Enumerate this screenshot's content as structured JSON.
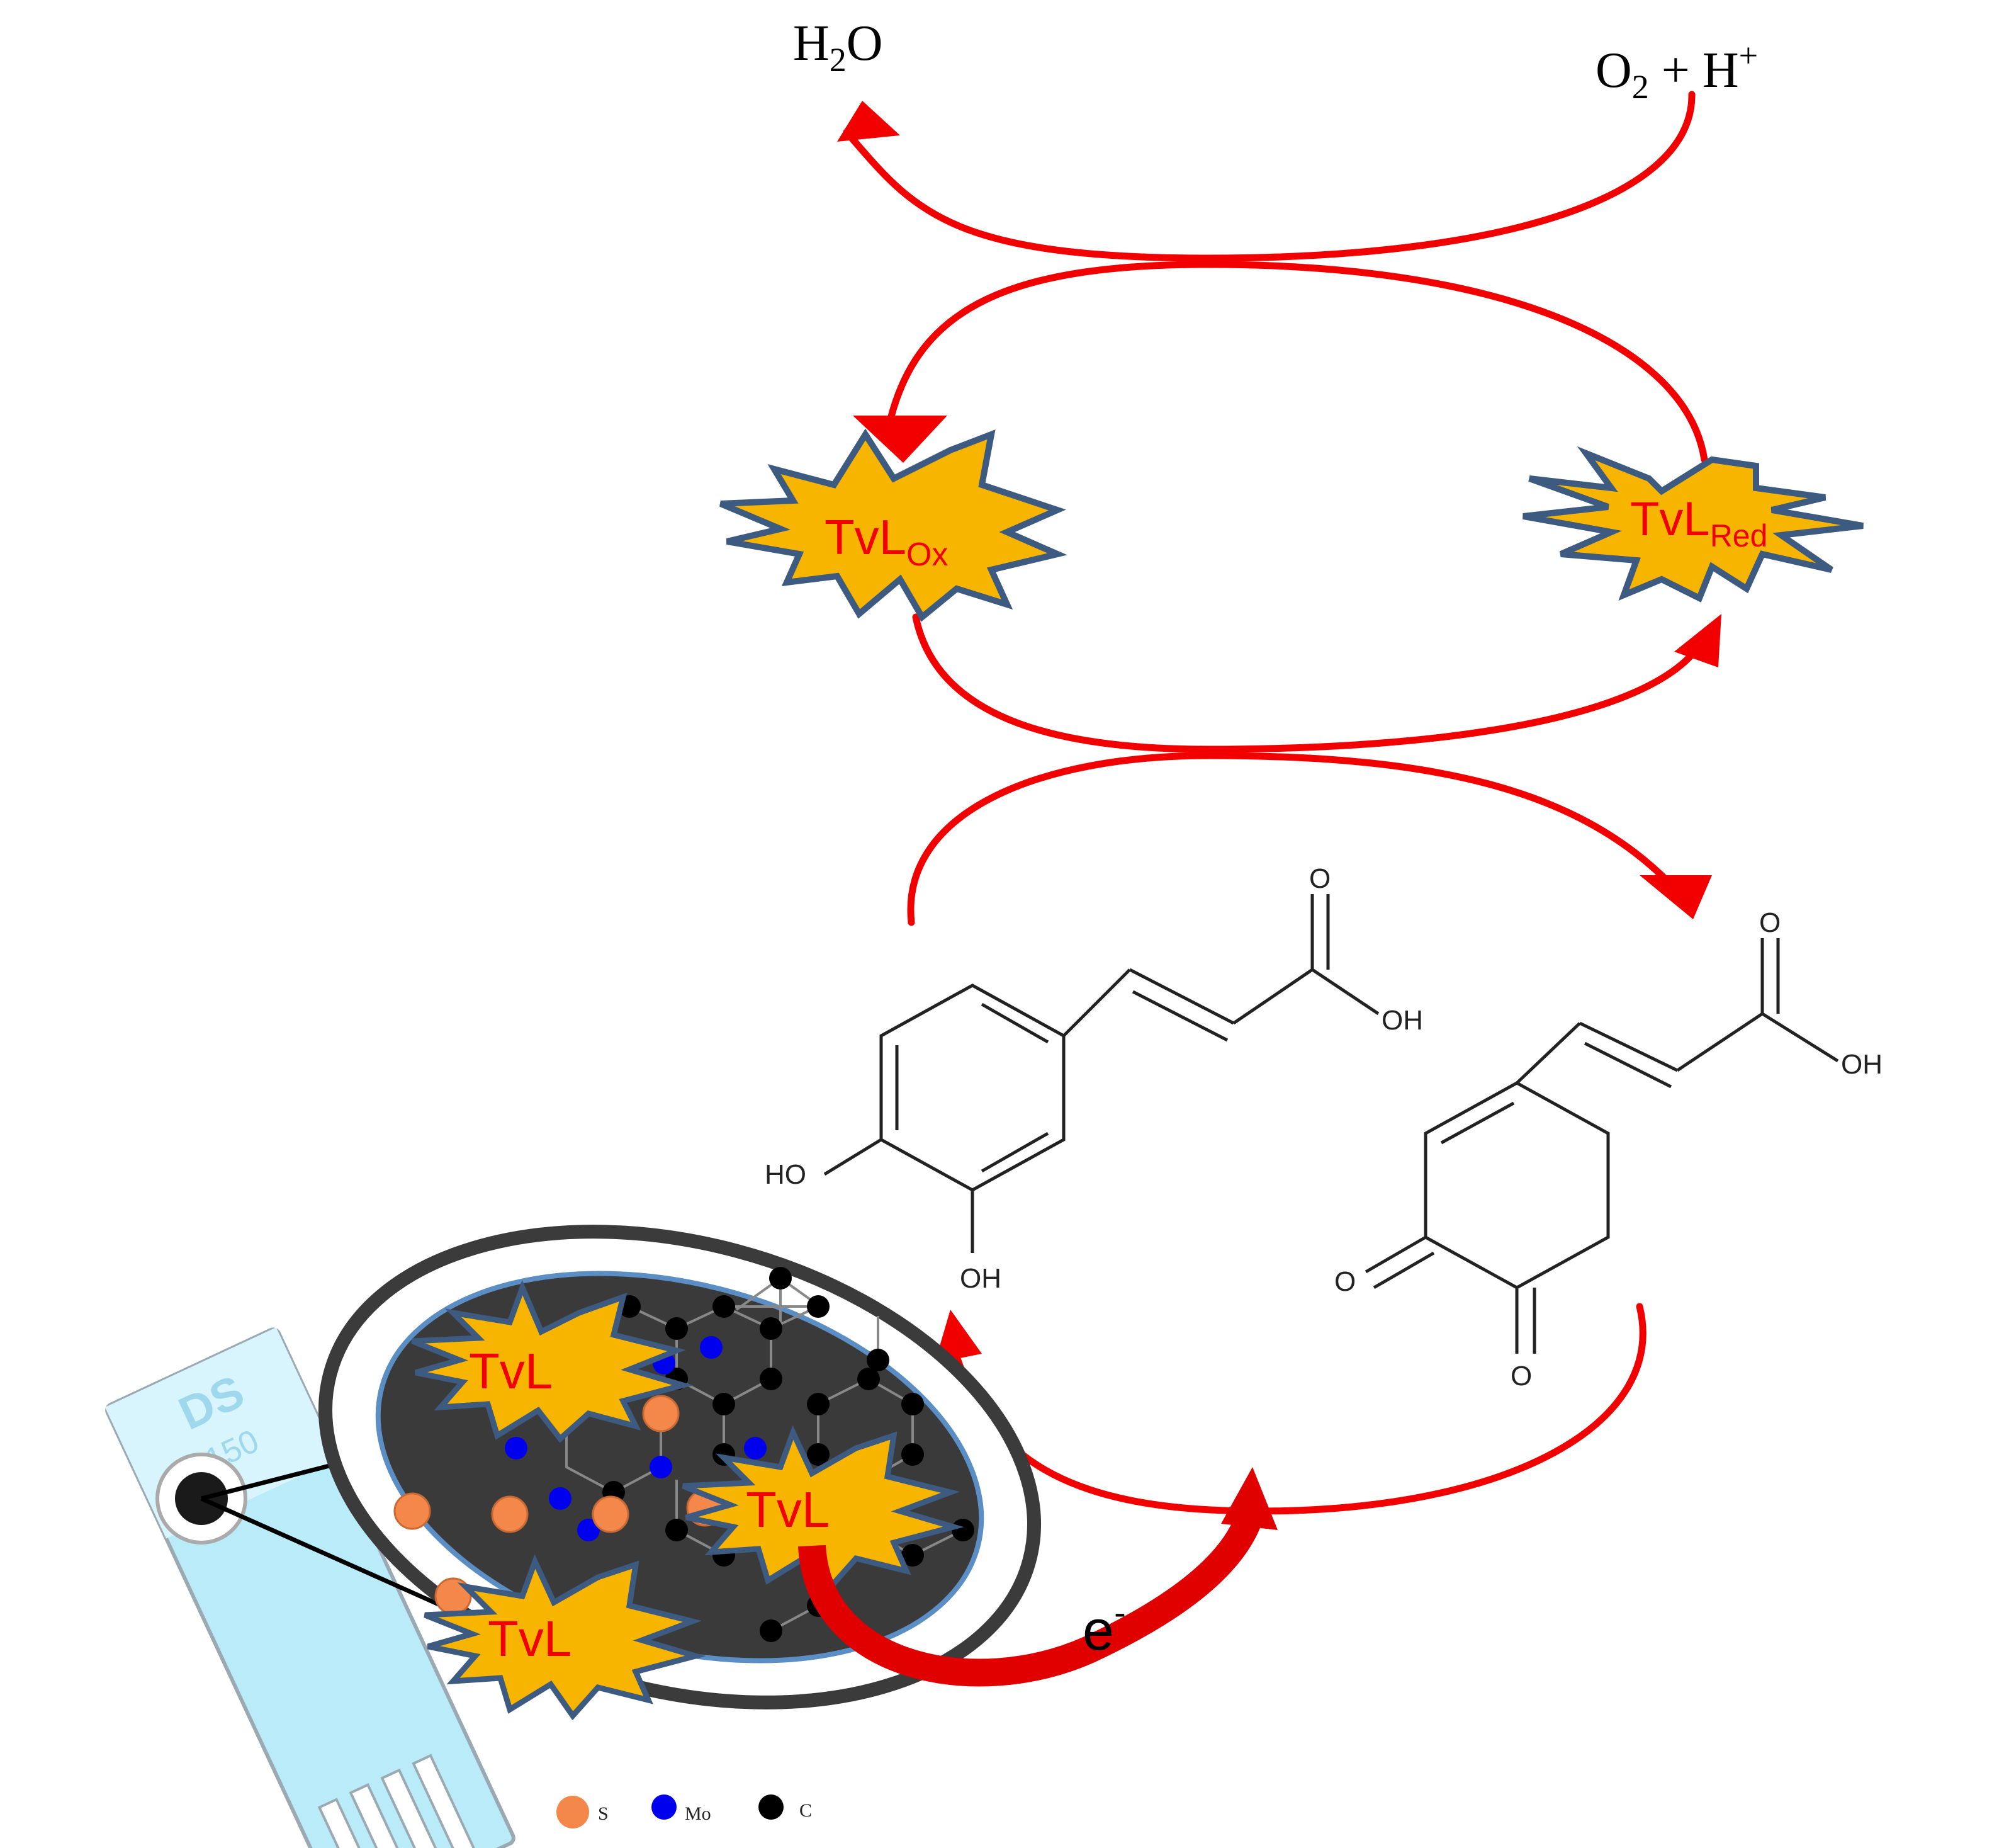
{
  "top_cycle": {
    "product_main": "H",
    "product_sub": "2",
    "product_tail": "O",
    "reactant_main": "O",
    "reactant_sub": "2",
    "reactant_tail": " + H",
    "reactant_sup": "+"
  },
  "enzyme": {
    "ox_main": "TvL",
    "ox_sub": "Ox",
    "red_main": "TvL",
    "red_sub": "Red",
    "immobilized_label": "TvL"
  },
  "molecules": {
    "caffeic_acid": {
      "oh_top": "OH",
      "o_top": "O",
      "ho_left": "HO",
      "oh_bottom": "OH"
    },
    "quinone": {
      "o_top": "O",
      "oh_right": "OH",
      "o_left": "O",
      "o_bottom": "O"
    }
  },
  "electron": {
    "main": "e",
    "sup": "-"
  },
  "electrode": {
    "brand": "DS",
    "model": "150"
  },
  "legend": {
    "items": [
      {
        "label": "S",
        "color": "#f4874a"
      },
      {
        "label": "Mo",
        "color": "#0000ee"
      },
      {
        "label": "C",
        "color": "#000000"
      }
    ]
  },
  "colors": {
    "arrow": "#f20000",
    "star_fill": "#f7b500",
    "star_stroke": "#3d5a80",
    "enzyme_text": "#f20000",
    "strip": "#b9ecf8",
    "composite": "#3a3a3a"
  }
}
